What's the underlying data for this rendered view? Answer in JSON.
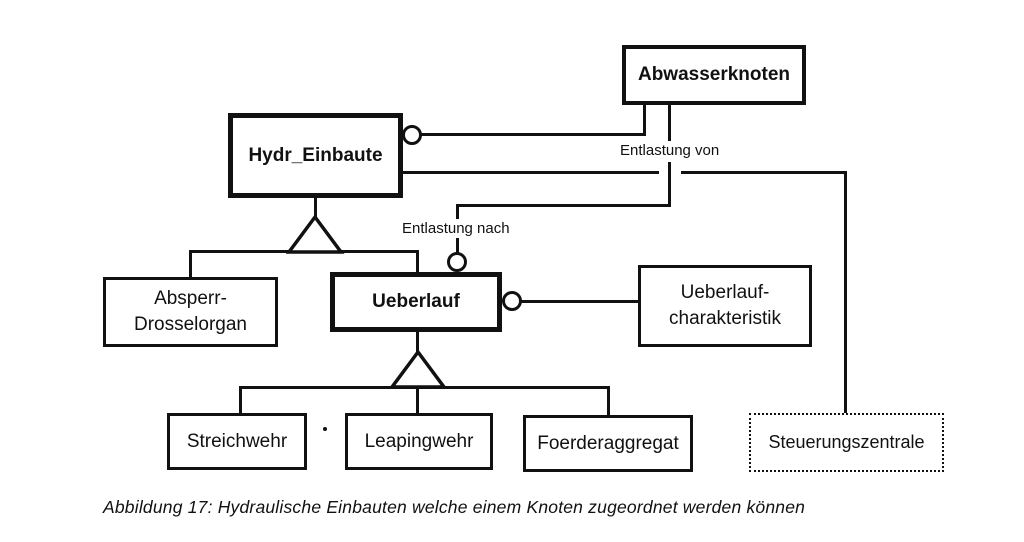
{
  "diagram": {
    "figure_type": "uml-entity-diagram",
    "nodes": {
      "abwasserknoten": {
        "label": "Abwasserknoten"
      },
      "hydr_einbaute": {
        "label": "Hydr_Einbaute"
      },
      "absperr_drosselorgan": {
        "line1": "Absperr-",
        "line2": "Drosselorgan"
      },
      "ueberlauf": {
        "label": "Ueberlauf"
      },
      "ueberlauf_charakteristik": {
        "line1": "Ueberlauf-",
        "line2": "charakteristik"
      },
      "streichwehr": {
        "label": "Streichwehr"
      },
      "leapingwehr": {
        "label": "Leapingwehr"
      },
      "foerderaggregat": {
        "label": "Foerderaggregat"
      },
      "steuerungszentrale": {
        "label": "Steuerungszentrale"
      }
    },
    "edge_labels": {
      "entlastung_von": "Entlastung von",
      "entlastung_nach": "Entlastung nach"
    },
    "caption": "Abbildung 17: Hydraulische Einbauten welche einem Knoten zugeordnet werden können",
    "colors": {
      "ink": "#111111",
      "background": "#ffffff"
    }
  }
}
